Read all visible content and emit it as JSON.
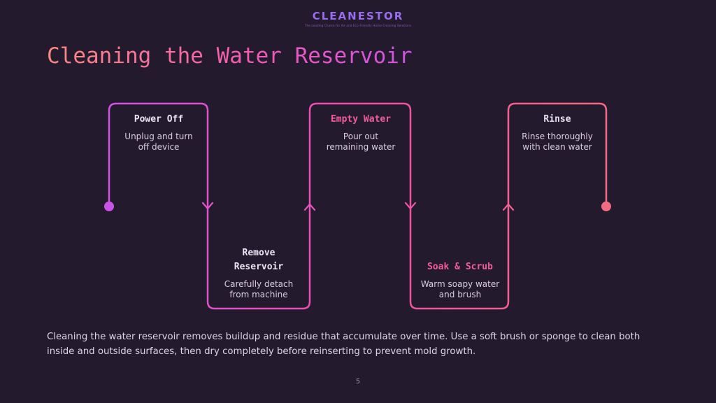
{
  "brand": {
    "name": "CLEANESTOR",
    "tagline": "The Leading Choice for Air and Eco-Friendly Home Cleaning Solutions"
  },
  "title": "Cleaning the Water Reservoir",
  "steps": [
    {
      "title": "Power Off",
      "desc_lines": [
        "Unplug and turn",
        "off device"
      ],
      "position": "top"
    },
    {
      "title_lines": [
        "Remove",
        "Reservoir"
      ],
      "desc_lines": [
        "Carefully detach",
        "from machine"
      ],
      "position": "bottom"
    },
    {
      "title": "Empty Water",
      "desc_lines": [
        "Pour out",
        "remaining water"
      ],
      "position": "top"
    },
    {
      "title": "Soak & Scrub",
      "desc_lines": [
        "Warm soapy water",
        "and brush"
      ],
      "position": "bottom"
    },
    {
      "title": "Rinse",
      "desc_lines": [
        "Rinse thoroughly",
        "with clean water"
      ],
      "position": "top"
    }
  ],
  "description": "Cleaning the water reservoir removes buildup and residue that accumulate over time. Use a soft brush or sponge to clean both inside and outside surfaces, then dry completely before reinserting to prevent mold growth.",
  "page_number": "5",
  "colors": {
    "background": "#231a2e",
    "gradient_start": "#d153e4",
    "gradient_end": "#f36b80",
    "accent_title": "#f25c9a"
  }
}
